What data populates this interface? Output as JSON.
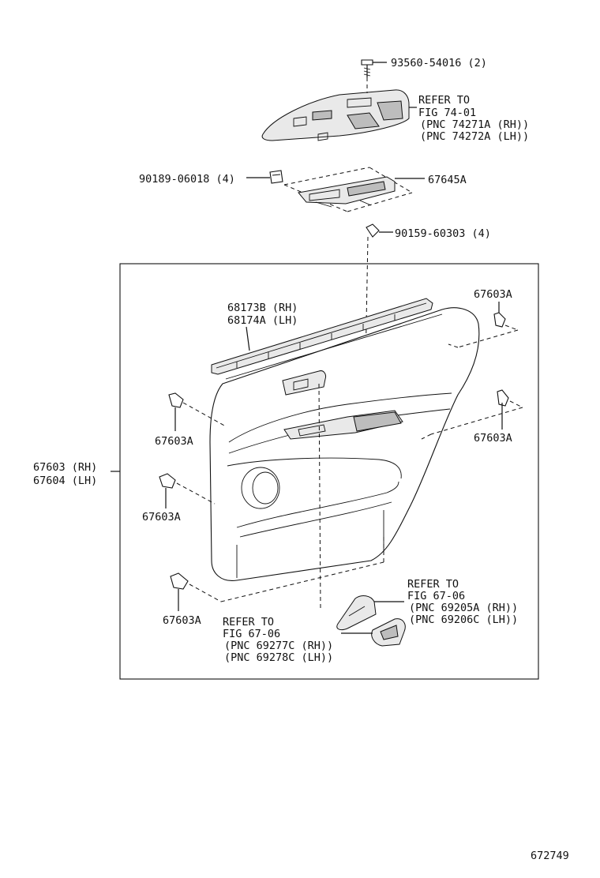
{
  "labels": {
    "screw_top": "93560-54016 (2)",
    "switch_ref_1": "REFER TO",
    "switch_ref_2": "FIG 74-01",
    "switch_ref_3": "(PNC 74271A (RH))",
    "switch_ref_4": "(PNC 74272A (LH))",
    "clip_left": "90189-06018 (4)",
    "bracket": "67645A",
    "screw_mid": "90159-60303 (4)",
    "weatherstrip_rh": "68173B (RH)",
    "weatherstrip_lh": "68174A (LH)",
    "clip_tr": "67603A",
    "clip_r": "67603A",
    "clip_l1": "67603A",
    "clip_l2": "67603A",
    "clip_bl": "67603A",
    "panel_rh": "67603 (RH)",
    "panel_lh": "67604 (LH)",
    "handle_ref_1": "REFER TO",
    "handle_ref_2": "FIG 67-06",
    "handle_ref_3": "(PNC 69205A (RH))",
    "handle_ref_4": "(PNC 69206C (LH))",
    "bezel_ref_1": "REFER TO",
    "bezel_ref_2": "FIG 67-06",
    "bezel_ref_3": "(PNC 69277C (RH))",
    "bezel_ref_4": "(PNC 69278C (LH))",
    "diagram_number": "672749"
  }
}
